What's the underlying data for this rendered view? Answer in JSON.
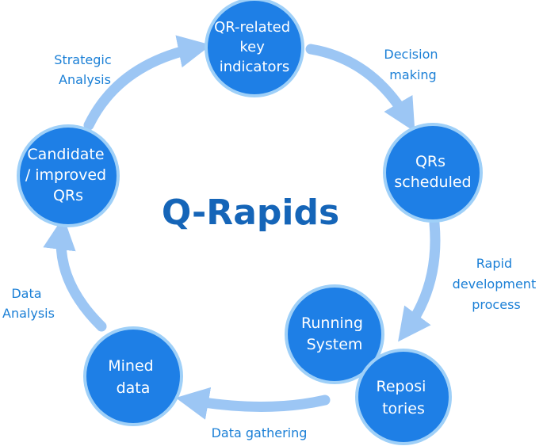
{
  "title": "Q-Rapids",
  "colors": {
    "node_fill": "#1e7fe6",
    "node_stroke": "#9fd0f8",
    "arrow": "#9cc6f4",
    "edge_text": "#1a7fd6",
    "title_text": "#1565b8"
  },
  "nodes": {
    "indicators": [
      "QR-related",
      "key",
      "indicators"
    ],
    "scheduled": [
      "QRs",
      "scheduled"
    ],
    "running": [
      "Running",
      "System"
    ],
    "repositories": [
      "Reposi",
      "tories"
    ],
    "mined": [
      "Mined",
      "data"
    ],
    "candidate": [
      "Candidate",
      "/ improved",
      "QRs"
    ]
  },
  "edges": {
    "decision": [
      "Decision",
      "making"
    ],
    "rapid": [
      "Rapid",
      "development",
      "process"
    ],
    "gathering": [
      "Data gathering"
    ],
    "analysis": [
      "Data",
      "Analysis"
    ],
    "strategic": [
      "Strategic",
      "Analysis"
    ]
  }
}
